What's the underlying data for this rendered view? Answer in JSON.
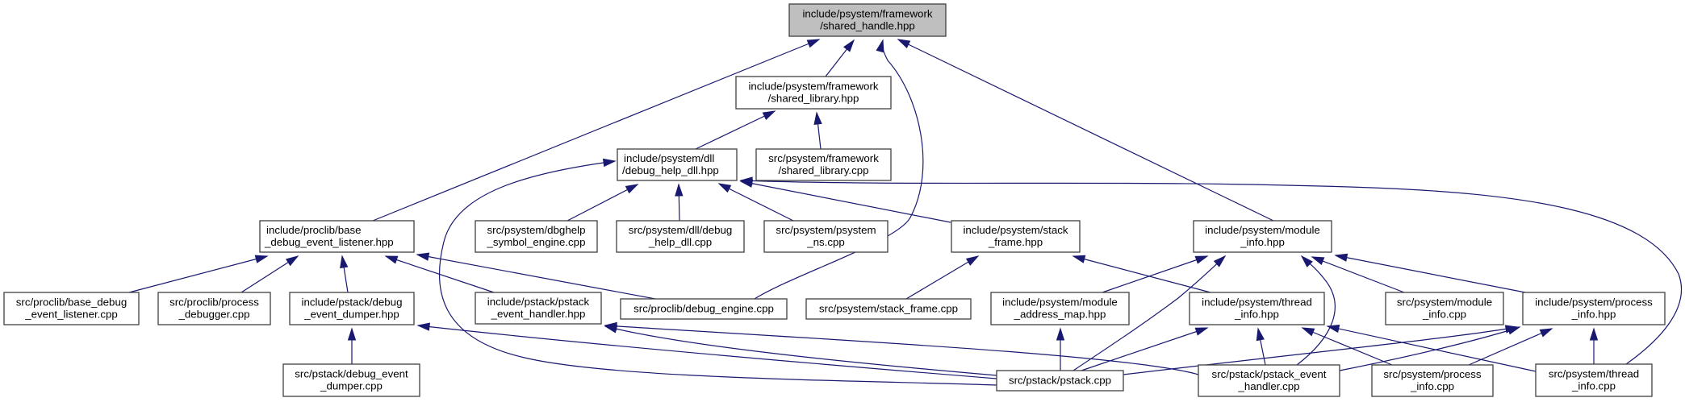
{
  "title": "include/psystem/framework/shared_handle.hpp",
  "colors": {
    "edge": "#191970",
    "root_fill": "#bfbfbf",
    "node_fill": "#ffffff",
    "node_border": "#404040"
  },
  "nodes": [
    {
      "id": "shared_handle_hpp",
      "lines": [
        "include/psystem/framework",
        "/shared_handle.hpp"
      ],
      "root": true
    },
    {
      "id": "shared_library_hpp",
      "lines": [
        "include/psystem/framework",
        "/shared_library.hpp"
      ]
    },
    {
      "id": "debug_help_dll_hpp",
      "lines": [
        "include/psystem/dll",
        "/debug_help_dll.hpp"
      ],
      "align": "left"
    },
    {
      "id": "shared_library_cpp",
      "lines": [
        "src/psystem/framework",
        "/shared_library.cpp"
      ]
    },
    {
      "id": "base_debug_event_listener_hpp",
      "lines": [
        "include/proclib/base",
        "_debug_event_listener.hpp"
      ],
      "align": "left"
    },
    {
      "id": "dbghelp_symbol_engine_cpp",
      "lines": [
        "src/psystem/dbghelp",
        "_symbol_engine.cpp"
      ]
    },
    {
      "id": "debug_help_dll_cpp",
      "lines": [
        "src/psystem/dll/debug",
        "_help_dll.cpp"
      ]
    },
    {
      "id": "psystem_ns_cpp",
      "lines": [
        "src/psystem/psystem",
        "_ns.cpp"
      ]
    },
    {
      "id": "stack_frame_hpp",
      "lines": [
        "include/psystem/stack",
        "_frame.hpp"
      ]
    },
    {
      "id": "module_info_hpp",
      "lines": [
        "include/psystem/module",
        "_info.hpp"
      ]
    },
    {
      "id": "base_debug_event_listener_cpp",
      "lines": [
        "src/proclib/base_debug",
        "_event_listener.cpp"
      ]
    },
    {
      "id": "process_debugger_cpp",
      "lines": [
        "src/proclib/process",
        "_debugger.cpp"
      ]
    },
    {
      "id": "debug_event_dumper_hpp",
      "lines": [
        "include/pstack/debug",
        "_event_dumper.hpp"
      ]
    },
    {
      "id": "pstack_event_handler_hpp",
      "lines": [
        "include/pstack/pstack",
        "_event_handler.hpp"
      ]
    },
    {
      "id": "debug_engine_cpp",
      "lines": [
        "src/proclib/debug_engine.cpp"
      ]
    },
    {
      "id": "stack_frame_cpp",
      "lines": [
        "src/psystem/stack_frame.cpp"
      ]
    },
    {
      "id": "module_address_map_hpp",
      "lines": [
        "include/psystem/module",
        "_address_map.hpp"
      ]
    },
    {
      "id": "thread_info_hpp",
      "lines": [
        "include/psystem/thread",
        "_info.hpp"
      ]
    },
    {
      "id": "module_info_cpp",
      "lines": [
        "src/psystem/module",
        "_info.cpp"
      ]
    },
    {
      "id": "process_info_hpp",
      "lines": [
        "include/psystem/process",
        "_info.hpp"
      ]
    },
    {
      "id": "debug_event_dumper_cpp",
      "lines": [
        "src/pstack/debug_event",
        "_dumper.cpp"
      ]
    },
    {
      "id": "pstack_cpp",
      "lines": [
        "src/pstack/pstack.cpp"
      ]
    },
    {
      "id": "pstack_event_handler_cpp",
      "lines": [
        "src/pstack/pstack_event",
        "_handler.cpp"
      ]
    },
    {
      "id": "process_info_cpp",
      "lines": [
        "src/psystem/process",
        "_info.cpp"
      ]
    },
    {
      "id": "thread_info_cpp",
      "lines": [
        "src/psystem/thread",
        "_info.cpp"
      ]
    }
  ],
  "edges": [
    {
      "from": "shared_library_hpp",
      "to": "shared_handle_hpp"
    },
    {
      "from": "base_debug_event_listener_hpp",
      "to": "shared_handle_hpp"
    },
    {
      "from": "debug_engine_cpp",
      "to": "shared_handle_hpp"
    },
    {
      "from": "module_info_hpp",
      "to": "shared_handle_hpp"
    },
    {
      "from": "debug_help_dll_hpp",
      "to": "shared_library_hpp"
    },
    {
      "from": "shared_library_cpp",
      "to": "shared_library_hpp"
    },
    {
      "from": "dbghelp_symbol_engine_cpp",
      "to": "debug_help_dll_hpp"
    },
    {
      "from": "debug_help_dll_cpp",
      "to": "debug_help_dll_hpp"
    },
    {
      "from": "psystem_ns_cpp",
      "to": "debug_help_dll_hpp"
    },
    {
      "from": "stack_frame_hpp",
      "to": "debug_help_dll_hpp"
    },
    {
      "from": "pstack_cpp",
      "to": "debug_help_dll_hpp"
    },
    {
      "from": "thread_info_cpp",
      "to": "debug_help_dll_hpp"
    },
    {
      "from": "base_debug_event_listener_cpp",
      "to": "base_debug_event_listener_hpp"
    },
    {
      "from": "process_debugger_cpp",
      "to": "base_debug_event_listener_hpp"
    },
    {
      "from": "debug_event_dumper_hpp",
      "to": "base_debug_event_listener_hpp"
    },
    {
      "from": "pstack_event_handler_hpp",
      "to": "base_debug_event_listener_hpp"
    },
    {
      "from": "debug_engine_cpp",
      "to": "base_debug_event_listener_hpp"
    },
    {
      "from": "stack_frame_cpp",
      "to": "stack_frame_hpp"
    },
    {
      "from": "thread_info_hpp",
      "to": "stack_frame_hpp"
    },
    {
      "from": "module_address_map_hpp",
      "to": "module_info_hpp"
    },
    {
      "from": "pstack_cpp",
      "to": "module_info_hpp"
    },
    {
      "from": "pstack_event_handler_cpp",
      "to": "module_info_hpp"
    },
    {
      "from": "module_info_cpp",
      "to": "module_info_hpp"
    },
    {
      "from": "process_info_hpp",
      "to": "module_info_hpp"
    },
    {
      "from": "debug_event_dumper_cpp",
      "to": "debug_event_dumper_hpp"
    },
    {
      "from": "pstack_cpp",
      "to": "debug_event_dumper_hpp"
    },
    {
      "from": "pstack_cpp",
      "to": "pstack_event_handler_hpp"
    },
    {
      "from": "pstack_event_handler_cpp",
      "to": "pstack_event_handler_hpp"
    },
    {
      "from": "pstack_cpp",
      "to": "module_address_map_hpp"
    },
    {
      "from": "pstack_cpp",
      "to": "thread_info_hpp"
    },
    {
      "from": "pstack_event_handler_cpp",
      "to": "thread_info_hpp"
    },
    {
      "from": "process_info_cpp",
      "to": "thread_info_hpp"
    },
    {
      "from": "thread_info_cpp",
      "to": "thread_info_hpp"
    },
    {
      "from": "pstack_cpp",
      "to": "process_info_hpp"
    },
    {
      "from": "pstack_event_handler_cpp",
      "to": "process_info_hpp"
    },
    {
      "from": "process_info_cpp",
      "to": "process_info_hpp"
    },
    {
      "from": "thread_info_cpp",
      "to": "process_info_hpp"
    }
  ]
}
